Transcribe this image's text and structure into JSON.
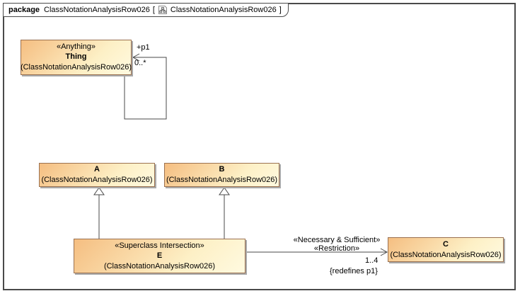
{
  "header": {
    "keyword": "package",
    "package_name": "ClassNotationAnalysisRow026",
    "bracket_open": "[",
    "diagram_name": "ClassNotationAnalysisRow026",
    "bracket_close": "]"
  },
  "boxes": {
    "thing": {
      "stereotype": "«Anything»",
      "name": "Thing",
      "qualifier": "(ClassNotationAnalysisRow026)"
    },
    "a": {
      "name": "A",
      "qualifier": "(ClassNotationAnalysisRow026)"
    },
    "b": {
      "name": "B",
      "qualifier": "(ClassNotationAnalysisRow026)"
    },
    "e": {
      "stereotype": "«Superclass Intersection»",
      "name": "E",
      "qualifier": "(ClassNotationAnalysisRow026)"
    },
    "c": {
      "name": "C",
      "qualifier": "(ClassNotationAnalysisRow026)"
    }
  },
  "edges": {
    "self_association": {
      "role": "+p1",
      "multiplicity": "0..*"
    },
    "restriction": {
      "stereotype_line1": "«Necessary & Sufficient»",
      "stereotype_line2": "«Restriction»",
      "multiplicity": "1..4",
      "constraint": "{redefines p1}"
    }
  },
  "colors": {
    "box_fill_top": "#F5BE81",
    "box_fill_mid": "#FDF0C6",
    "box_fill_bottom": "#FFFAE0",
    "box_border": "#9B7150",
    "box_shadow": "#A9A9A9",
    "line": "#4A4A4A",
    "frame_border": "#4A4A4A",
    "text": "#000000"
  }
}
